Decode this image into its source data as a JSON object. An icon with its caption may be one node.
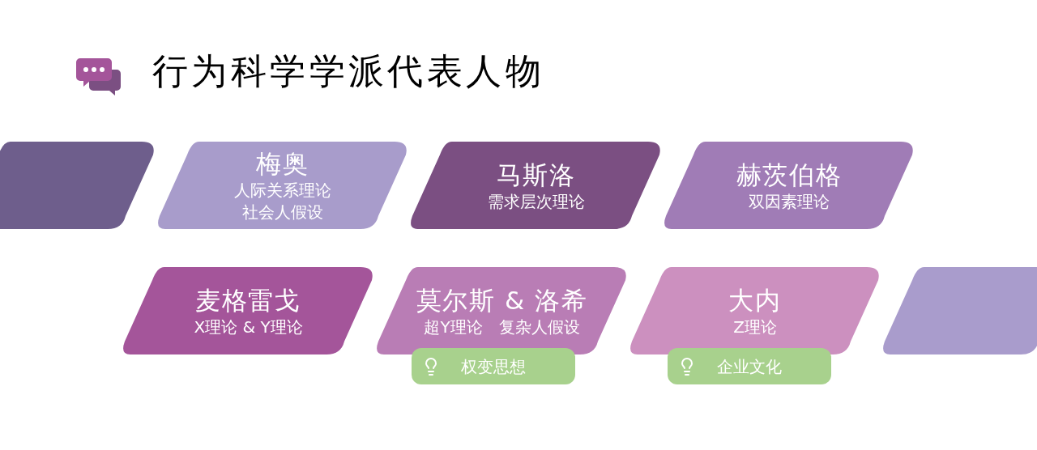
{
  "diagram": {
    "title": "行为科学学派代表人物",
    "nodes": [
      {
        "text": [],
        "shape": "box"
      },
      {
        "text": [
          "梅奥",
          "人际关系理论",
          "社会人假设"
        ]
      },
      {
        "text": [
          "马斯洛",
          "需求层次理论"
        ]
      },
      {
        "text": [
          "赫茨伯格",
          "双因素理论"
        ]
      },
      {
        "text": [
          "麦格雷戈",
          "X理论 & Y理论"
        ]
      },
      {
        "text": [
          "莫尔斯 & 洛希",
          "超Y理论",
          "复杂人假设"
        ]
      },
      {
        "text": [
          "大内",
          "Z理论"
        ]
      },
      {
        "text": [],
        "shape": "box"
      },
      {
        "text": [
          "权变思想"
        ]
      },
      {
        "text": [
          "企业文化"
        ]
      }
    ]
  }
}
